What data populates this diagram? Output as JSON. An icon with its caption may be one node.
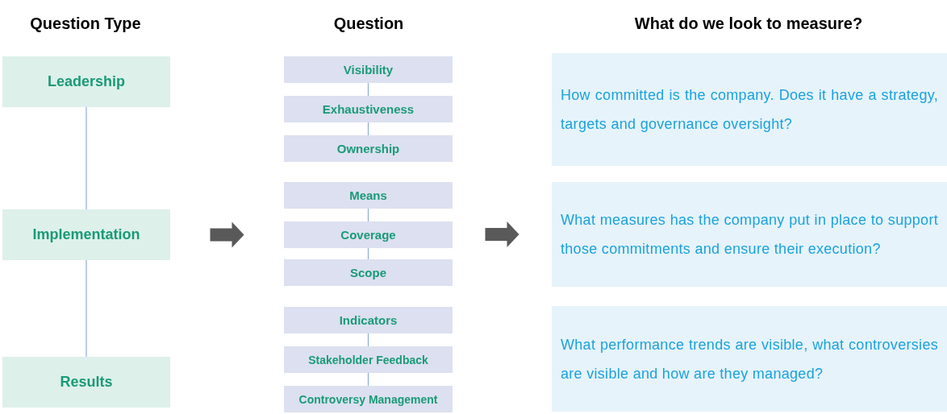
{
  "diagram": {
    "nodes": [
      {
        "text": [
          "Leadership"
        ]
      },
      {
        "text": [
          "Implementation"
        ]
      },
      {
        "text": [
          "Results"
        ]
      },
      {
        "text": [
          "Visibility"
        ]
      },
      {
        "text": [
          "Exhaustiveness"
        ]
      },
      {
        "text": [
          "Ownership"
        ]
      },
      {
        "text": [
          "Means"
        ]
      },
      {
        "text": [
          "Coverage"
        ]
      },
      {
        "text": [
          "Scope"
        ]
      },
      {
        "text": [
          "Indicators"
        ]
      },
      {
        "text": [
          "Stakeholder Feedback"
        ]
      },
      {
        "text": [
          "Controversy Management"
        ]
      },
      {
        "text": [
          "How committed is the company. Does it have a strategy, targets and governance oversight?"
        ]
      },
      {
        "text": [
          "What measures has the company put in place to support those commitments and ensure their execution?"
        ]
      },
      {
        "text": [
          "What performance trends are visible, what controversies are visible and how are they managed?"
        ]
      }
    ],
    "edges": [
      {
        "from": 0,
        "to": 1,
        "arrow": "none"
      },
      {
        "from": 1,
        "to": 2,
        "arrow": "none"
      },
      {
        "from": 3,
        "to": 4,
        "arrow": "none"
      },
      {
        "from": 4,
        "to": 5,
        "arrow": "none"
      },
      {
        "from": 6,
        "to": 7,
        "arrow": "none"
      },
      {
        "from": 7,
        "to": 8,
        "arrow": "none"
      },
      {
        "from": 9,
        "to": 10,
        "arrow": "none"
      },
      {
        "from": 10,
        "to": 11,
        "arrow": "none"
      },
      {
        "from": 1,
        "to": 7,
        "arrow": "to",
        "style": "thick",
        "color": "#595959"
      },
      {
        "from": 7,
        "to": 13,
        "arrow": "to",
        "style": "thick",
        "color": "#595959"
      }
    ],
    "labels": [
      "Question Type",
      "Question",
      "What do we look to measure?"
    ]
  }
}
